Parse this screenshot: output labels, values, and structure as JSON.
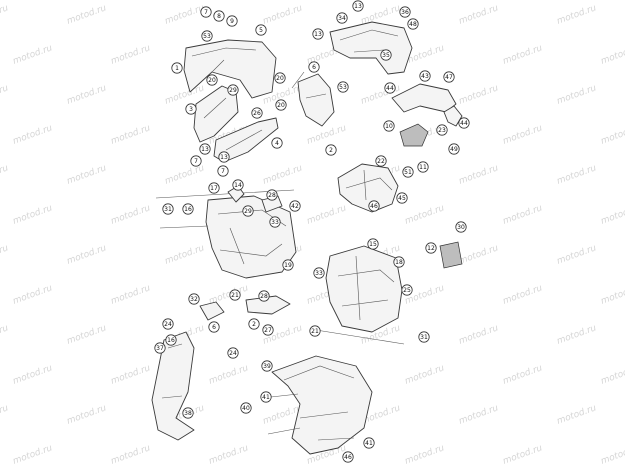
{
  "watermark": "motod.ru",
  "callouts": [
    "7",
    "8",
    "9",
    "5",
    "34",
    "13",
    "36",
    "48",
    "53",
    "13",
    "35",
    "1",
    "20",
    "6",
    "29",
    "20",
    "53",
    "43",
    "47",
    "44",
    "3",
    "26",
    "20",
    "10",
    "23",
    "44",
    "13",
    "4",
    "2",
    "49",
    "7",
    "13",
    "7",
    "22",
    "51",
    "11",
    "45",
    "17",
    "14",
    "28",
    "42",
    "46",
    "31",
    "16",
    "29",
    "30",
    "12",
    "15",
    "33",
    "19",
    "33",
    "18",
    "25",
    "21",
    "32",
    "28",
    "24",
    "6",
    "2",
    "27",
    "21",
    "16",
    "31",
    "37",
    "24",
    "39",
    "41",
    "40",
    "38",
    "41",
    "46"
  ]
}
